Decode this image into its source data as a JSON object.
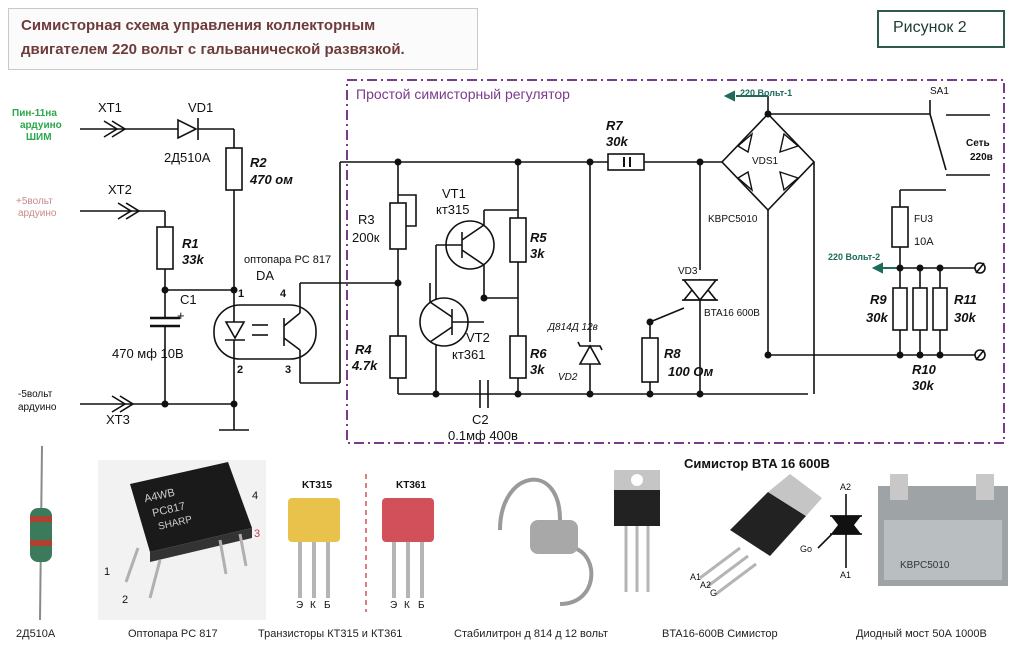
{
  "header": {
    "title_line1": "Симисторная схема управления коллекторным",
    "title_line2": "двигателем 220 вольт с гальванической развязкой.",
    "figure_label": "Рисунок 2"
  },
  "regulator_box": {
    "title": "Простой симисторный регулятор"
  },
  "inputs": {
    "pin_line1": "Пин-11на",
    "pin_line2": "ардуино",
    "pin_line3": "ШИМ",
    "plus5_line1": "+5вольт",
    "plus5_line2": "ардуино",
    "minus5_line1": "-5вольт",
    "minus5_line2": "ардуино"
  },
  "components": {
    "xt1": "XT1",
    "xt2": "XT2",
    "xt3": "XT3",
    "vd1": "VD1",
    "vd1_type": "2Д510А",
    "r2": "R2",
    "r2_val": "470 ом",
    "r1": "R1",
    "r1_val": "33k",
    "c1": "C1",
    "c1_plus": "+",
    "c1_val": "470 мф 10В",
    "opto": "оптопара PC 817",
    "da": "DA",
    "pin1": "1",
    "pin2": "2",
    "pin3": "3",
    "pin4": "4",
    "r3": "R3",
    "r3_val": "200к",
    "vt1": "VT1",
    "vt1_type": "кт315",
    "vt2": "VT2",
    "vt2_type": "кт361",
    "r4": "R4",
    "r4_val": "4.7k",
    "r5": "R5",
    "r5_val": "3k",
    "r6": "R6",
    "r6_val": "3k",
    "r7": "R7",
    "r7_val": "30k",
    "c2": "C2",
    "c2_val": "0.1мф 400в",
    "vd2": "VD2",
    "vd2_type": "Д814Д 12в",
    "r8": "R8",
    "r8_val": "100 Ом",
    "vd3": "VD3",
    "vd3_type": "BTA16 600B",
    "vds1": "VDS1",
    "bridge_type": "KBPC5010",
    "v220_1": "220 Вольт-1",
    "v220_2": "220 Вольт-2",
    "sa1": "SA1",
    "net": "Сеть",
    "net_v": "220в",
    "fu3": "FU3",
    "fu3_val": "10А",
    "r9": "R9",
    "r9_val": "30k",
    "r10": "R10",
    "r10_val": "30k",
    "r11": "R11",
    "r11_val": "30k"
  },
  "photos": {
    "triac_heading": "Симистор BTA 16 600В",
    "opto_marking_1": "A4WB",
    "opto_marking_2": "PC817",
    "opto_marking_3": "SHARP",
    "opto_pin1": "1",
    "opto_pin2": "2",
    "opto_pin3": "3",
    "opto_pin4": "4",
    "kt315_label": "KT315",
    "kt361_label": "KT361",
    "pins_e": "Э",
    "pins_k": "К",
    "pins_b": "Б",
    "a2": "A2",
    "a1": "A1",
    "g": "G",
    "g_sym": "Go",
    "bridge_marking": "KBPC5010"
  },
  "captions": {
    "c1": "2Д510А",
    "c2": "Оптопара PC 817",
    "c3": "Транзисторы КТ315 и КТ361",
    "c4": "Стабилитрон д 814 д 12 вольт",
    "c5": "BTA16-600B Симистор",
    "c6": "Диодный мост 50А 1000В"
  },
  "colors": {
    "box_border": "#7a3b8c",
    "box_title": "#7a3b8c",
    "wire": "#111111",
    "arrow_teal": "#1e6b5a"
  }
}
